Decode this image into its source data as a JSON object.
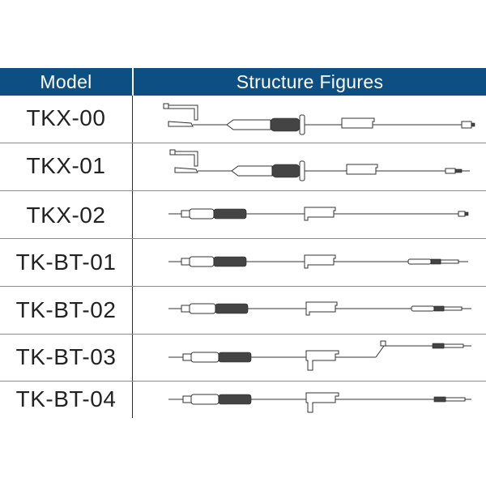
{
  "header": {
    "col_model": "Model",
    "col_figures": "Structure Figures"
  },
  "colors": {
    "header_bg": "#0d4f82",
    "header_text": "#ffffff",
    "text": "#222222"
  },
  "rows": [
    {
      "model": "TKX-00",
      "figure": "infusion-set-with-spike-hook-icon"
    },
    {
      "model": "TKX-01",
      "figure": "infusion-set-with-spike-hook-icon"
    },
    {
      "model": "TKX-02",
      "figure": "infusion-set-straight-icon"
    },
    {
      "model": "TK-BT-01",
      "figure": "blood-transfusion-set-icon"
    },
    {
      "model": "TK-BT-02",
      "figure": "blood-transfusion-set-icon"
    },
    {
      "model": "TK-BT-03",
      "figure": "blood-transfusion-set-with-branch-icon"
    },
    {
      "model": "TK-BT-04",
      "figure": "blood-transfusion-set-icon"
    }
  ]
}
